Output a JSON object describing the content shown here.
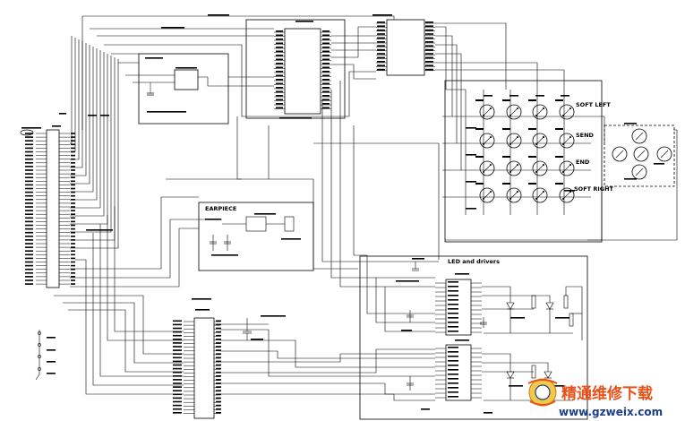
{
  "labels": {
    "earpiece": "EARPIECE",
    "led_drivers": "LED and drivers",
    "soft_left": "SOFT LEFT",
    "soft_right": "SOFT RIGHT",
    "send": "SEND",
    "end": "END"
  },
  "watermark": {
    "cn_text": "精通维修下载",
    "url": "www.gzweix.com",
    "accent": "#e8521a",
    "blue": "#1a3f8f"
  }
}
